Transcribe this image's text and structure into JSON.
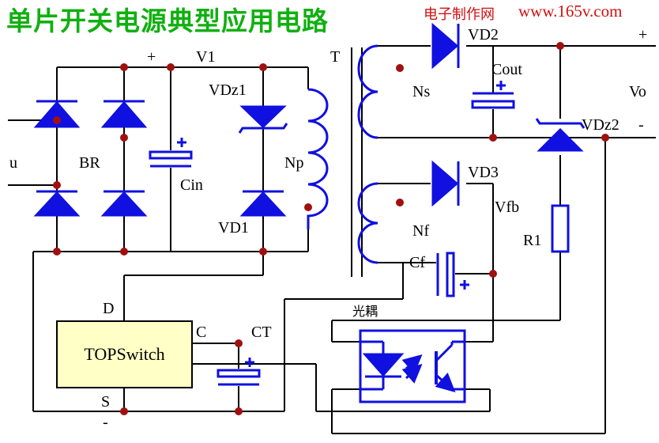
{
  "header": {
    "title": "单片开关电源典型应用电路",
    "site": "电子制作网",
    "url": "www.165v.com"
  },
  "labels": {
    "u": "u",
    "BR": "BR",
    "plus_v1": "+",
    "V1": "V1",
    "T": "T",
    "VDz1": "VDz1",
    "Np": "Np",
    "VD1": "VD1",
    "Cin": "Cin",
    "Ns": "Ns",
    "VD2": "VD2",
    "Cout": "Cout",
    "plus_out": "+",
    "Vo": "Vo",
    "minus_out": "-",
    "VDz2": "VDz2",
    "VD3": "VD3",
    "Vfb": "Vfb",
    "Nf": "Nf",
    "R1": "R1",
    "Cf": "Cf",
    "optocoupler": "光耦",
    "D": "D",
    "C": "C",
    "CT": "CT",
    "S": "S",
    "minus_s": "-",
    "chip": "TOPSwitch"
  },
  "colors": {
    "wire": "#000000",
    "component": "#1010e0",
    "node": "#a01010",
    "title": "#10b010",
    "site": "#d01010",
    "chip_fill": "#ffffc6"
  }
}
